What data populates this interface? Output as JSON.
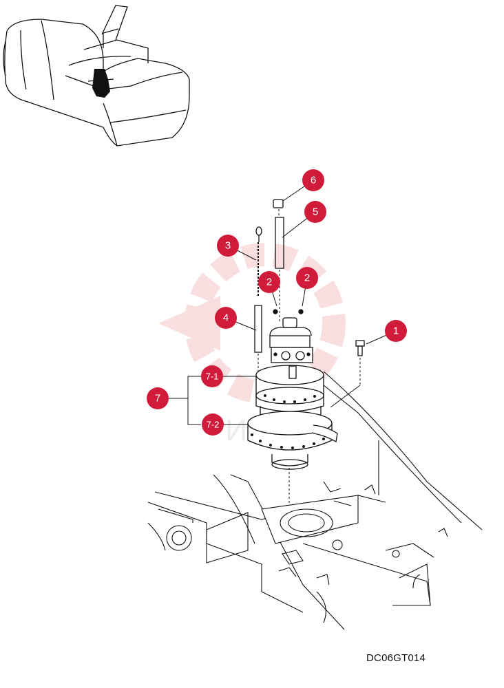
{
  "colors": {
    "callout": "#d01c3a",
    "callout_text": "#ffffff",
    "line": "#111111",
    "watermark": "#f4c4c4"
  },
  "callouts": [
    {
      "id": "c1",
      "label": "1"
    },
    {
      "id": "c2a",
      "label": "2"
    },
    {
      "id": "c2b",
      "label": "2"
    },
    {
      "id": "c3",
      "label": "3"
    },
    {
      "id": "c4",
      "label": "4"
    },
    {
      "id": "c5",
      "label": "5"
    },
    {
      "id": "c6",
      "label": "6"
    },
    {
      "id": "c7",
      "label": "7"
    },
    {
      "id": "c71",
      "label": "7-1"
    },
    {
      "id": "c72",
      "label": "7-2"
    }
  ],
  "drawing_code": "DC06GT014",
  "watermark_text": "ИНГУ"
}
